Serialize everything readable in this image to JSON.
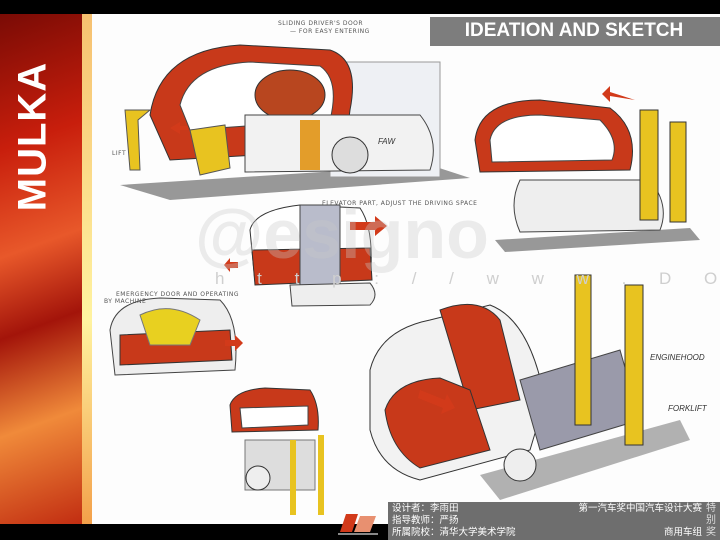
{
  "brand": "MULKA",
  "header": {
    "title": "IDEATION AND SKETCH"
  },
  "annotations": {
    "sliding_door": "SLIDING DRIVER'S DOOR",
    "sliding_door_2": "— FOR EASY ENTERING",
    "elevator_part": "ELEVATOR PART, ADJUST THE DRIVING SPACE",
    "emergency": "EMERGENCY DOOR AND OPERATING",
    "emergency_2": "BY MACHINE",
    "lift": "LIFT",
    "brand_mark": "FAW",
    "engine_hood": "ENGINEHOOD",
    "forklift": "FORKLIFT"
  },
  "watermark": {
    "logo": "@esigno",
    "url": "h t t p : / / w w w . D O L C N . c o m"
  },
  "caption": {
    "designer": "设计者：李雨田",
    "advisor": "指导教师：严扬",
    "school": "所属院校：清华大学美术学院",
    "competition": "第一汽车奖中国汽车设计大赛",
    "category": "商用车组",
    "award": "特别奖"
  },
  "colors": {
    "accent": "#d23a1a",
    "caption_bg": "#6e6e6e",
    "title_bg": "#7d7d7d"
  }
}
